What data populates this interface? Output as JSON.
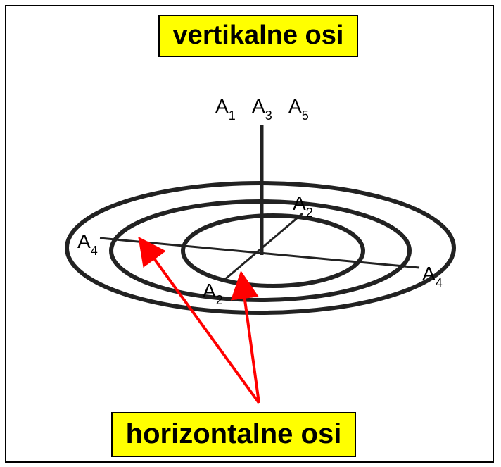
{
  "title": "vertikalne osi",
  "caption": "horizontalne osi",
  "vertical_axes_label": {
    "parts": [
      {
        "base": "A",
        "sub": "1"
      },
      {
        "base": "A",
        "sub": "3"
      },
      {
        "base": "A",
        "sub": "5"
      }
    ]
  },
  "axis_labels": {
    "a2_top": {
      "base": "A",
      "sub": "2"
    },
    "a2_bottom": {
      "base": "A",
      "sub": "2"
    },
    "a4_left": {
      "base": "A",
      "sub": "4"
    },
    "a4_right": {
      "base": "A",
      "sub": "4"
    }
  },
  "colors": {
    "label_fill": "#ffff00",
    "arrow": "#ff0000",
    "line": "#222222"
  }
}
